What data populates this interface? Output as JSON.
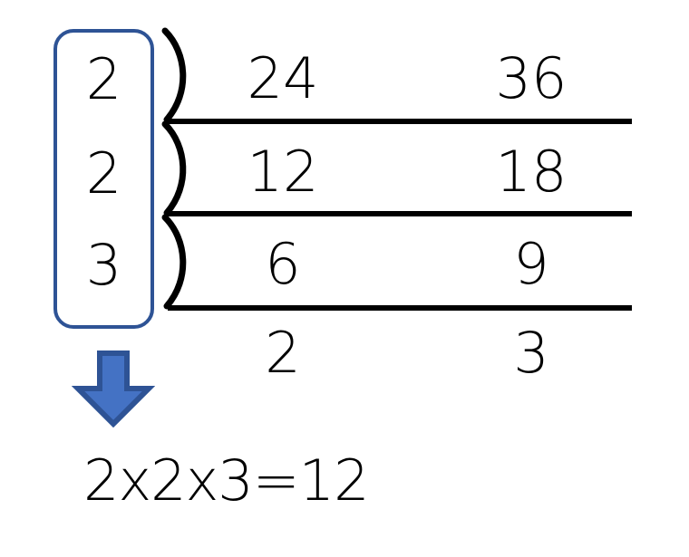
{
  "diagram": {
    "title": "Ladder method GCF of 24 and 36",
    "method": "repeated-division-ladder",
    "colors": {
      "box_border": "#2E5395",
      "arrow_fill": "#4472C4",
      "arrow_stroke": "#2E5395",
      "ink": "#000000",
      "background": "#FFFFFF"
    }
  },
  "divisors": [
    {
      "value": "2"
    },
    {
      "value": "2"
    },
    {
      "value": "3"
    }
  ],
  "brackets": [
    {
      "glyph": ")"
    },
    {
      "glyph": ")"
    },
    {
      "glyph": ")"
    }
  ],
  "rows": [
    {
      "left": "24",
      "right": "36"
    },
    {
      "left": "12",
      "right": "18"
    },
    {
      "left": "6",
      "right": "9"
    },
    {
      "left": "2",
      "right": "3"
    }
  ],
  "equation": {
    "text": "2x2x3=12",
    "factors": [
      "2",
      "2",
      "3"
    ],
    "operator": "x",
    "result": "12"
  },
  "icons": {
    "down_arrow": "down-arrow-icon"
  }
}
